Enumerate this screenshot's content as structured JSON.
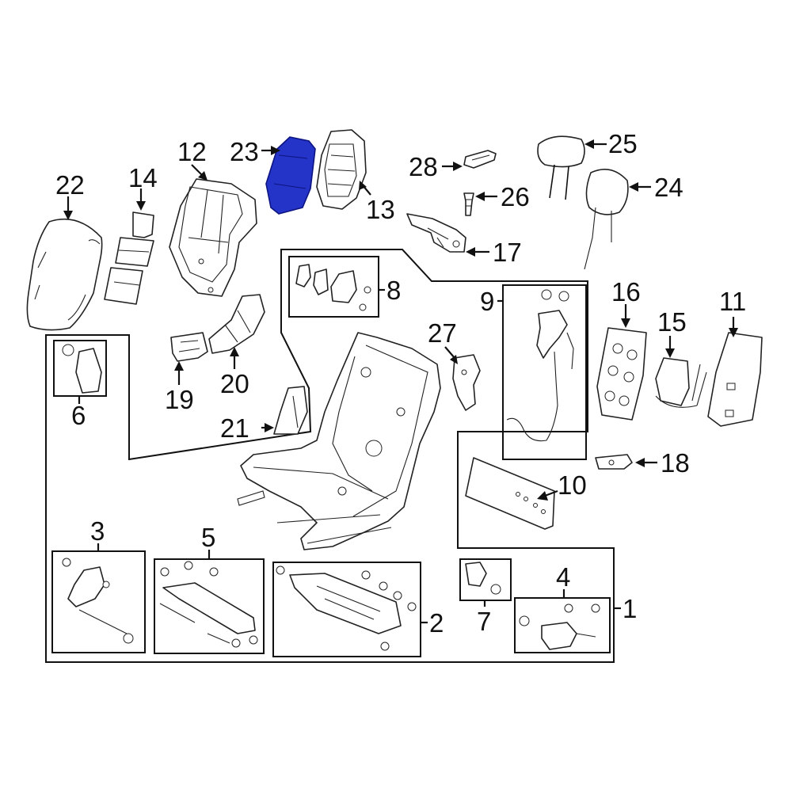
{
  "highlight_color": "#2433c8",
  "highlighted_part": "23",
  "callouts": {
    "c1": "1",
    "c2": "2",
    "c3": "3",
    "c4": "4",
    "c5": "5",
    "c6": "6",
    "c7": "7",
    "c8": "8",
    "c9": "9",
    "c10": "10",
    "c11": "11",
    "c12": "12",
    "c13": "13",
    "c14": "14",
    "c15": "15",
    "c16": "16",
    "c17": "17",
    "c18": "18",
    "c19": "19",
    "c20": "20",
    "c21": "21",
    "c22": "22",
    "c23": "23",
    "c24": "24",
    "c25": "25",
    "c26": "26",
    "c27": "27",
    "c28": "28"
  }
}
